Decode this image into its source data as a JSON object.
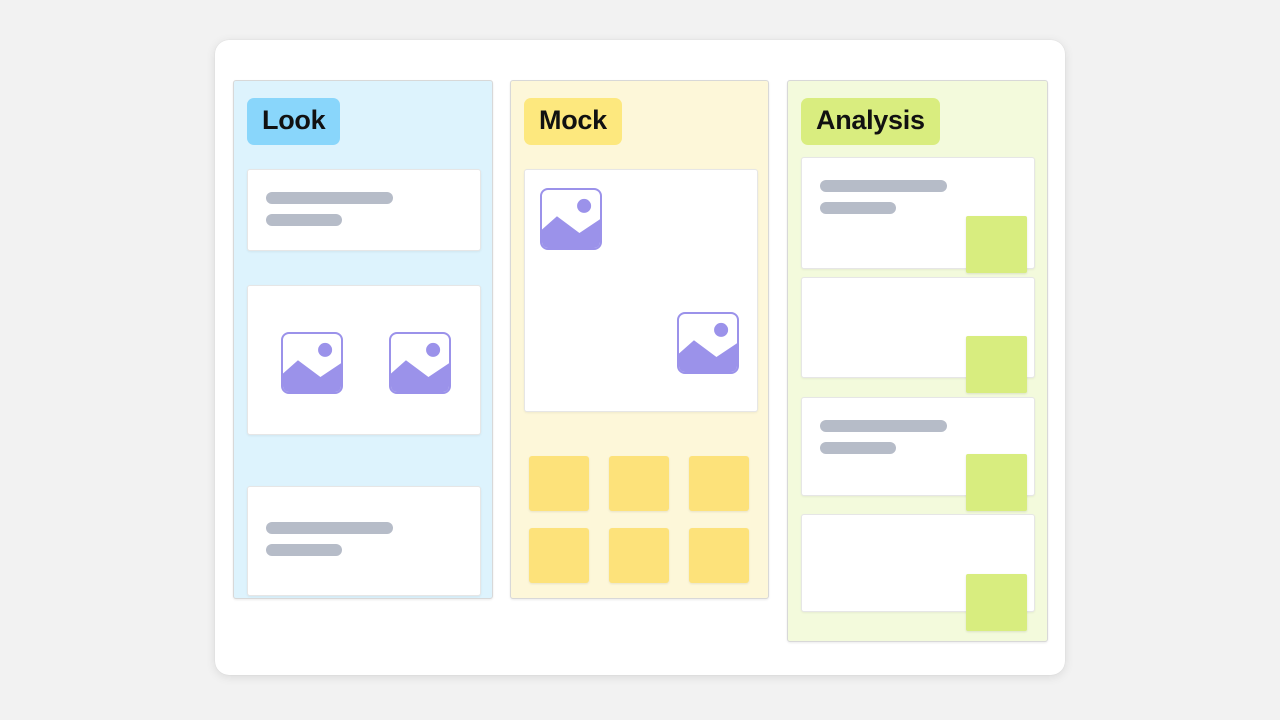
{
  "page": {
    "background_color": "#f2f2f2",
    "frame_color": "#ffffff"
  },
  "panels": [
    {
      "key": "look",
      "title": "Look",
      "badge_color": "#89d6fb",
      "background_color": "#ddf3fd",
      "cards": [
        {
          "type": "text",
          "bars": [
            "long",
            "short"
          ]
        },
        {
          "type": "images",
          "image_count": 2
        },
        {
          "type": "text",
          "bars": [
            "long",
            "short"
          ]
        }
      ]
    },
    {
      "key": "mock",
      "title": "Mock",
      "badge_color": "#fde87e",
      "background_color": "#fdf7d9",
      "cards": [
        {
          "type": "images",
          "image_count": 2
        }
      ],
      "tile_grid": {
        "color": "#fde27a",
        "columns": 3,
        "rows": 2,
        "count": 6
      }
    },
    {
      "key": "analysis",
      "title": "Analysis",
      "badge_color": "#d9ed7f",
      "background_color": "#f3fadc",
      "accent_color": "#d8ed7f",
      "cards": [
        {
          "type": "text-accent",
          "bars": [
            "long",
            "short"
          ],
          "has_accent": true
        },
        {
          "type": "accent",
          "bars": [],
          "has_accent": true
        },
        {
          "type": "text-accent",
          "bars": [
            "long",
            "short"
          ],
          "has_accent": true
        },
        {
          "type": "accent",
          "bars": [],
          "has_accent": true
        }
      ]
    }
  ],
  "icons": {
    "image_placeholder": "image-placeholder-icon"
  }
}
